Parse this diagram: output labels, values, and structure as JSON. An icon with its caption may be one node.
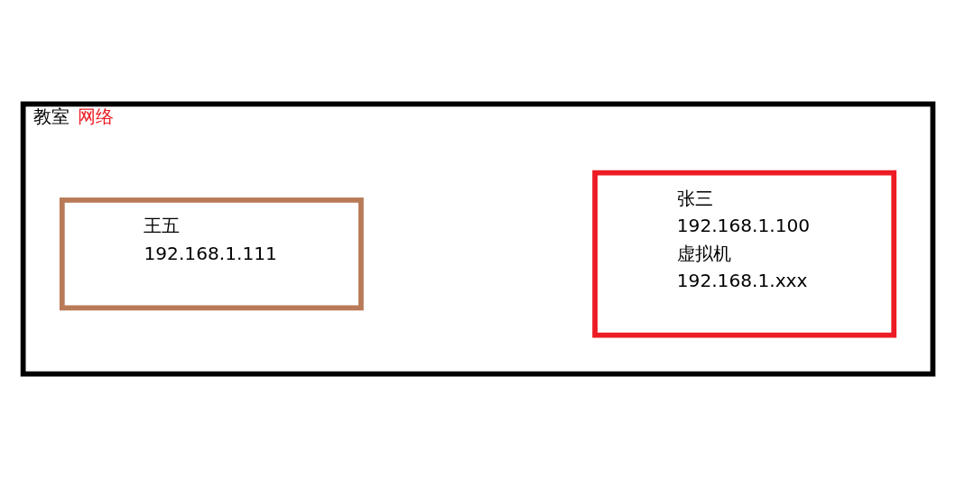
{
  "diagram": {
    "nodes": [
      {
        "text": [
          "教室",
          "网络"
        ]
      },
      {
        "text": [
          "张三",
          "192.168.1.100",
          "虚拟机",
          "192.168.1.xxx"
        ],
        "in": 0
      },
      {
        "text": [
          "王五",
          "192.168.1.111"
        ],
        "in": 0
      }
    ],
    "edges": []
  }
}
